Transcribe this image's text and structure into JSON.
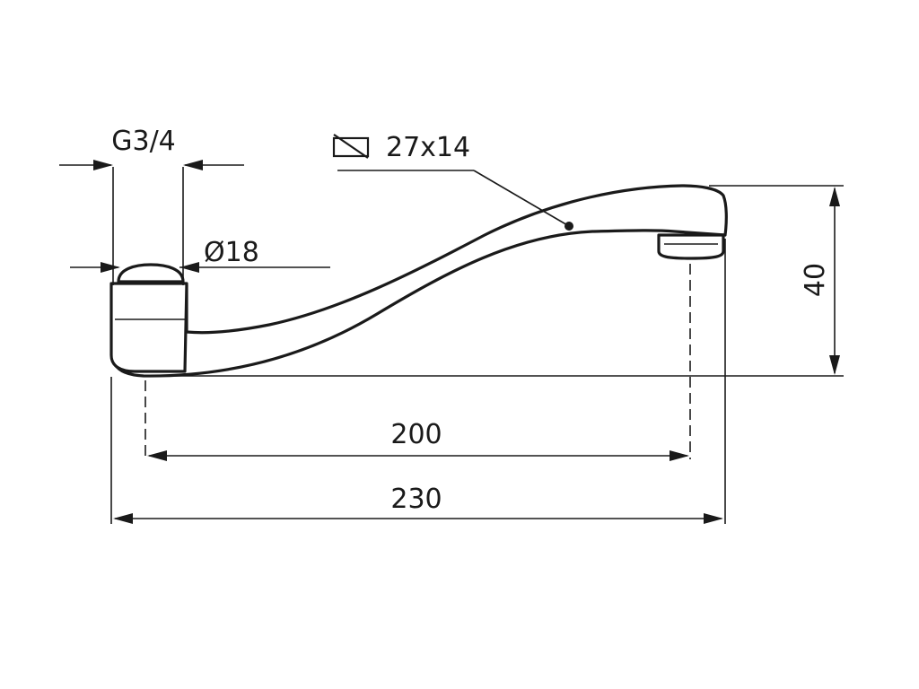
{
  "diagram": {
    "labels": {
      "thread": "G3/4",
      "diameter": "Ø18",
      "section": "27x14",
      "inner_length": "200",
      "overall_length": "230",
      "height": "40"
    },
    "icons": {
      "section_symbol": "rectangular-section-icon"
    }
  }
}
